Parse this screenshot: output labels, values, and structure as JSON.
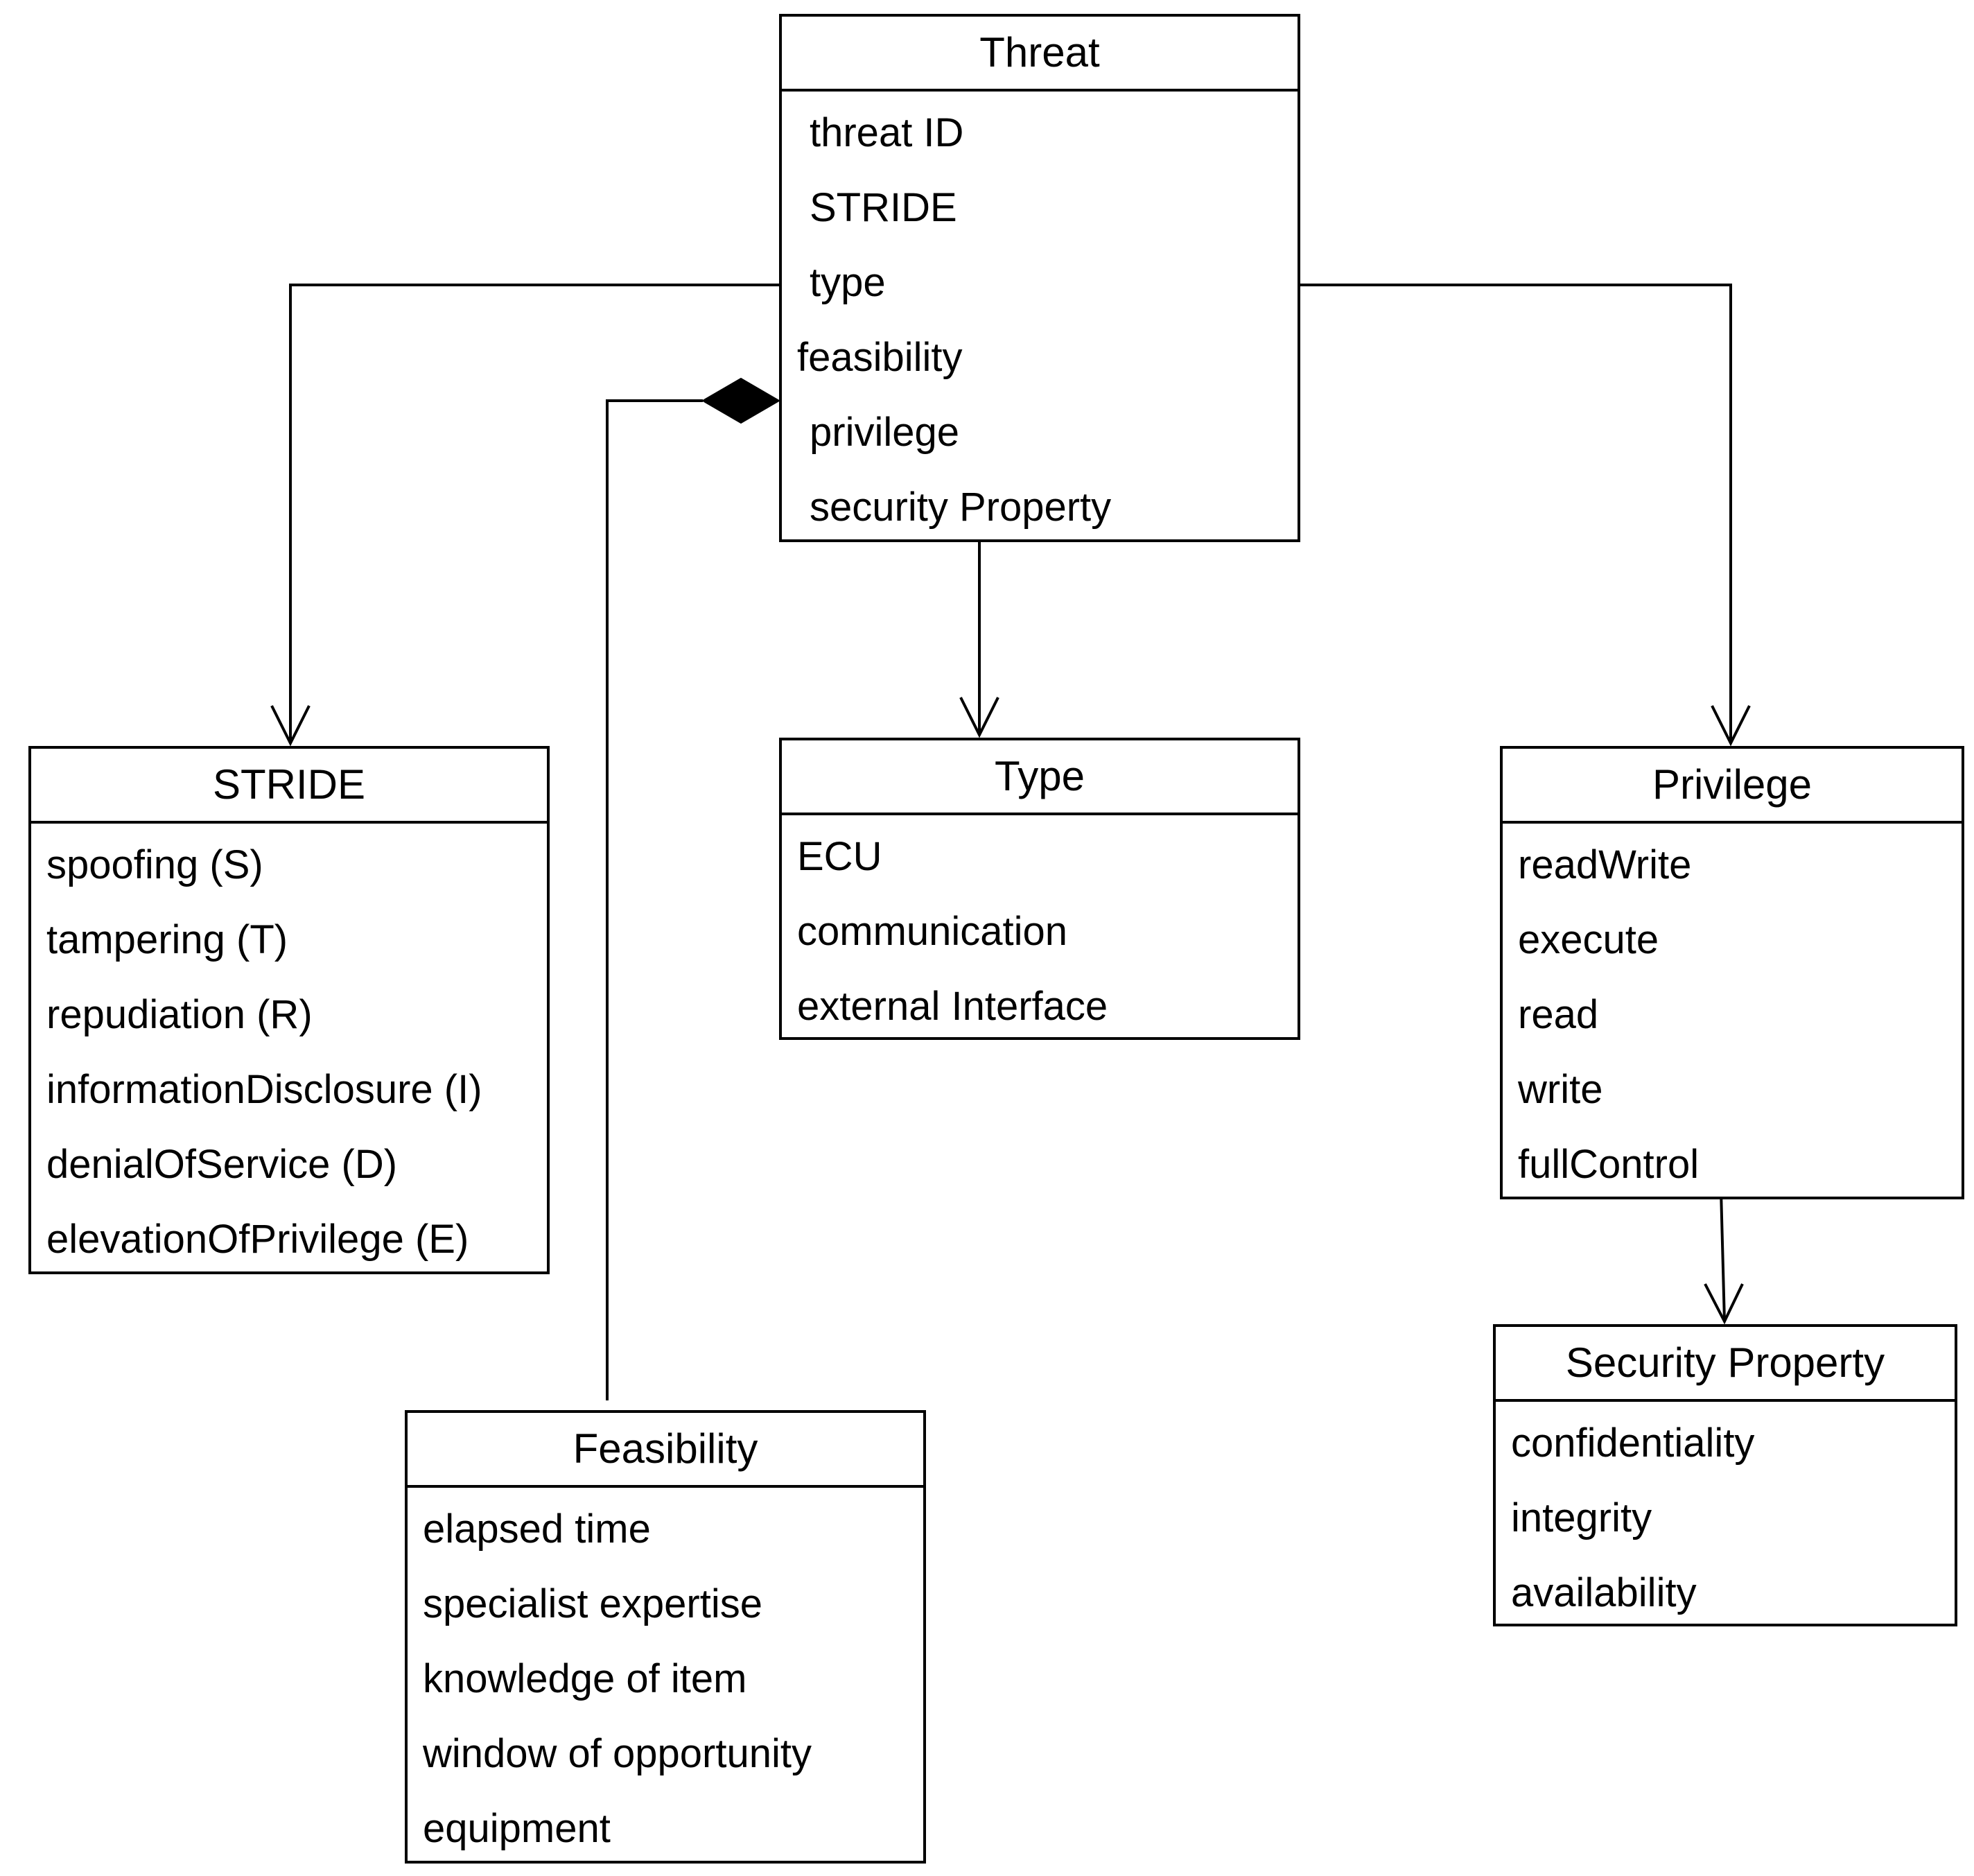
{
  "classes": {
    "threat": {
      "name": "Threat",
      "attributes": [
        "threat ID",
        "STRIDE",
        "type",
        "feasibility",
        "privilege",
        "security Property"
      ]
    },
    "stride": {
      "name": "STRIDE",
      "attributes": [
        "spoofing (S)",
        "tampering (T)",
        "repudiation (R)",
        "informationDisclosure (I)",
        "denialOfService (D)",
        "elevationOfPrivilege (E)"
      ]
    },
    "type": {
      "name": "Type",
      "attributes": [
        "ECU",
        "communication",
        "external Interface"
      ]
    },
    "privilege": {
      "name": "Privilege",
      "attributes": [
        "readWrite",
        "execute",
        "read",
        "write",
        "fullControl"
      ]
    },
    "security_property": {
      "name": "Security Property",
      "attributes": [
        "confidentiality",
        "integrity",
        "availability"
      ]
    },
    "feasibility": {
      "name": "Feasibility",
      "attributes": [
        "elapsed time",
        "specialist expertise",
        "knowledge of item",
        "window of opportunity",
        "equipment"
      ]
    }
  },
  "relations": [
    {
      "from": "threat",
      "to": "stride",
      "kind": "association"
    },
    {
      "from": "threat",
      "to": "type",
      "kind": "association"
    },
    {
      "from": "threat",
      "to": "privilege",
      "kind": "association"
    },
    {
      "from": "privilege",
      "to": "security_property",
      "kind": "association"
    },
    {
      "from": "feasibility",
      "to": "threat",
      "kind": "composition"
    }
  ]
}
